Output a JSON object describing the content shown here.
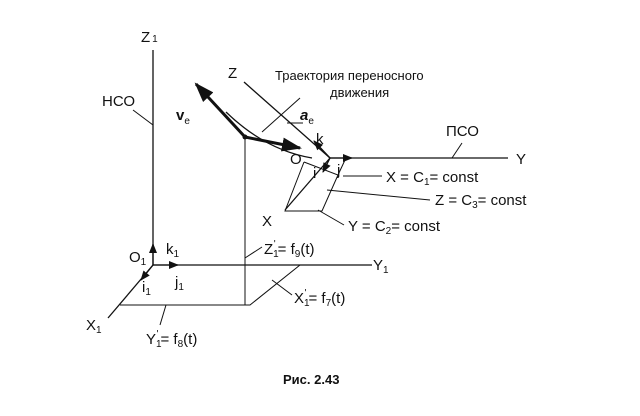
{
  "labels": {
    "z1": "Z",
    "z1_sub": "1",
    "nso": "НСО",
    "o1": "O",
    "o1_sub": "1",
    "k1": "k",
    "k1_sub": "1",
    "i1": "i",
    "i1_sub": "1",
    "j1": "j",
    "j1_sub": "1",
    "x1": "X",
    "x1_sub": "1",
    "y1": "Y",
    "y1_sub": "1",
    "z_top": "Z",
    "trajectory_line1": "Траектория переносного",
    "trajectory_line2": "движения",
    "ve": "v",
    "ve_sub": "e",
    "ae": "a",
    "ae_sub": "e",
    "k": "k",
    "o": "O",
    "i": "i",
    "j": "j",
    "pso": "ПСО",
    "y": "Y",
    "x": "X",
    "eq_x": "X = C",
    "eq_x_sub": "1",
    "eq_x_tail": "= const",
    "eq_z": "Z = C",
    "eq_z_sub": "3",
    "eq_z_tail": "= const",
    "eq_y": "Y = C",
    "eq_y_sub": "2",
    "eq_y_tail": "= const",
    "f9_pre": "Z",
    "f9_sub": "1",
    "f9_prime": "'",
    "f9_tail": "= f",
    "f9_fsub": "9",
    "f9_end": "(t)",
    "f7_pre": "X",
    "f7_sub": "1",
    "f7_prime": "'",
    "f7_tail": "= f",
    "f7_fsub": "7",
    "f7_end": "(t)",
    "f8_pre": "Y",
    "f8_sub": "1",
    "f8_prime": "'",
    "f8_tail": "= f",
    "f8_fsub": "8",
    "f8_end": "(t)",
    "caption": "Рис. 2.43"
  },
  "colors": {
    "ink": "#111111",
    "background": "#ffffff"
  }
}
